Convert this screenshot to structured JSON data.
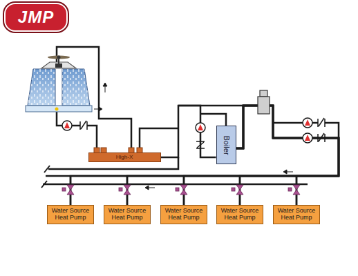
{
  "diagram": {
    "nodes": [
      {
        "text": [
          "JMP"
        ]
      },
      {
        "text": [
          "High-X"
        ]
      },
      {
        "text": [
          "Boiler"
        ]
      },
      {
        "text": [
          "Water Source Heat Pump"
        ]
      },
      {
        "text": [
          "Water Source Heat Pump"
        ]
      },
      {
        "text": [
          "Water Source Heat Pump"
        ]
      },
      {
        "text": [
          "Water Source Heat Pump"
        ]
      },
      {
        "text": [
          "Water Source Heat Pump"
        ]
      }
    ],
    "edges": [
      {
        "from": 1,
        "to": 2,
        "arrow": "none"
      },
      {
        "from": 2,
        "to": 3,
        "arrow": "none"
      },
      {
        "from": 2,
        "to": 4,
        "arrow": "none"
      },
      {
        "from": 2,
        "to": 5,
        "arrow": "none"
      },
      {
        "from": 2,
        "to": 6,
        "arrow": "none"
      },
      {
        "from": 2,
        "to": 7,
        "arrow": "none"
      }
    ]
  }
}
